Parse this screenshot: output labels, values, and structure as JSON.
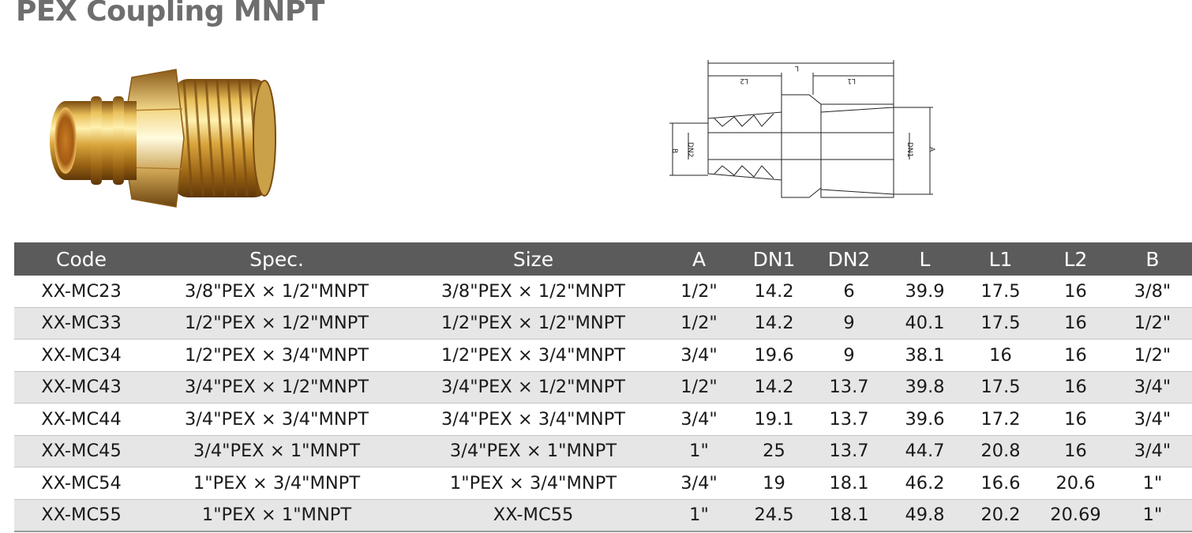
{
  "title": "PEX Coupling MNPT",
  "drawing_labels": {
    "L": "L",
    "L1": "L1",
    "L2": "L2",
    "B": "B",
    "A": "A",
    "DN1": "DN1",
    "DN2": "DN2"
  },
  "table": {
    "headers": [
      "Code",
      "Spec.",
      "Size",
      "A",
      "DN1",
      "DN2",
      "L",
      "L1",
      "L2",
      "B"
    ],
    "rows": [
      [
        "XX-MC23",
        "3/8\"PEX × 1/2\"MNPT",
        "3/8\"PEX × 1/2\"MNPT",
        "1/2\"",
        "14.2",
        "6",
        "39.9",
        "17.5",
        "16",
        "3/8\""
      ],
      [
        "XX-MC33",
        "1/2\"PEX × 1/2\"MNPT",
        "1/2\"PEX × 1/2\"MNPT",
        "1/2\"",
        "14.2",
        "9",
        "40.1",
        "17.5",
        "16",
        "1/2\""
      ],
      [
        "XX-MC34",
        "1/2\"PEX × 3/4\"MNPT",
        "1/2\"PEX × 3/4\"MNPT",
        "3/4\"",
        "19.6",
        "9",
        "38.1",
        "16",
        "16",
        "1/2\""
      ],
      [
        "XX-MC43",
        "3/4\"PEX × 1/2\"MNPT",
        "3/4\"PEX × 1/2\"MNPT",
        "1/2\"",
        "14.2",
        "13.7",
        "39.8",
        "17.5",
        "16",
        "3/4\""
      ],
      [
        "XX-MC44",
        "3/4\"PEX × 3/4\"MNPT",
        "3/4\"PEX × 3/4\"MNPT",
        "3/4\"",
        "19.1",
        "13.7",
        "39.6",
        "17.2",
        "16",
        "3/4\""
      ],
      [
        "XX-MC45",
        "3/4\"PEX × 1\"MNPT",
        "3/4\"PEX × 1\"MNPT",
        "1\"",
        "25",
        "13.7",
        "44.7",
        "20.8",
        "16",
        "3/4\""
      ],
      [
        "XX-MC54",
        "1\"PEX × 3/4\"MNPT",
        "1\"PEX × 3/4\"MNPT",
        "3/4\"",
        "19",
        "18.1",
        "46.2",
        "16.6",
        "20.6",
        "1\""
      ],
      [
        "XX-MC55",
        "1\"PEX × 1\"MNPT",
        "XX-MC55",
        "1\"",
        "24.5",
        "18.1",
        "49.8",
        "20.2",
        "20.69",
        "1\""
      ]
    ]
  }
}
